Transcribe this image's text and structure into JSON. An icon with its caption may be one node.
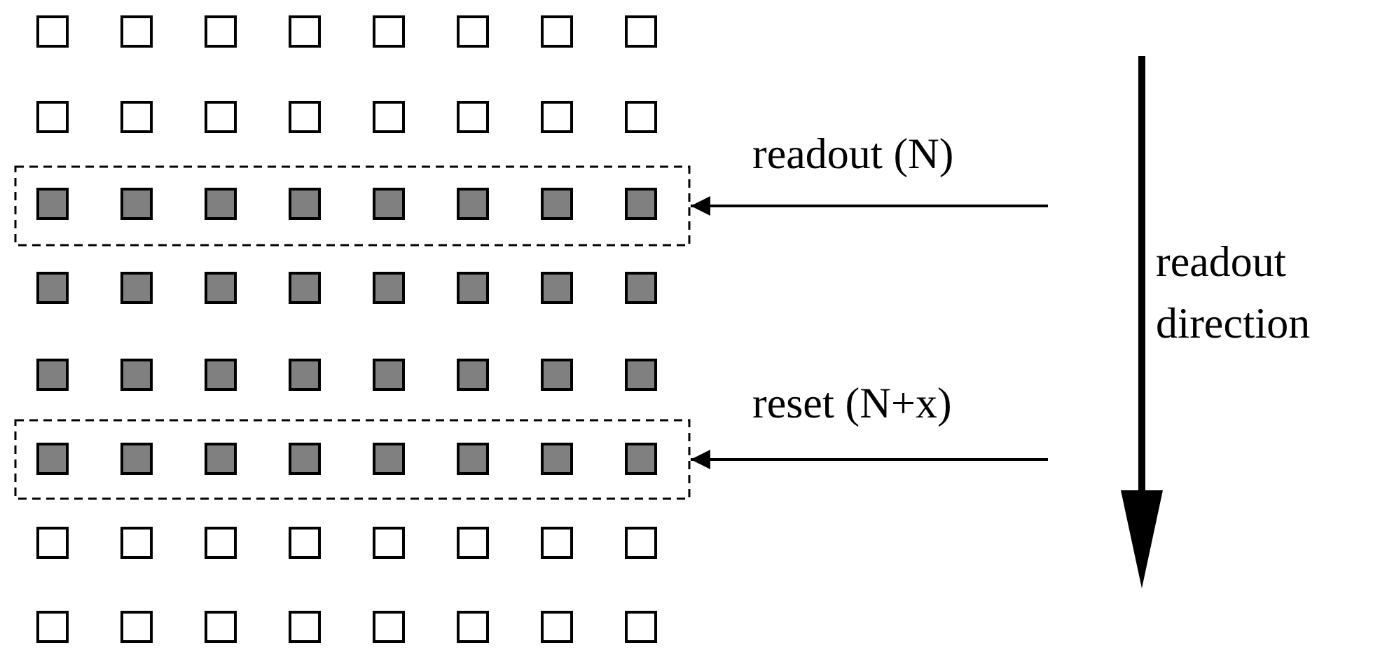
{
  "diagram": {
    "nodes": [
      {
        "text": [],
        "shape": "box"
      },
      {
        "text": [],
        "shape": "box"
      }
    ],
    "edges": [
      {
        "from": null,
        "to": 0,
        "arrow": "to",
        "label": "readout (N)"
      },
      {
        "from": null,
        "to": 1,
        "arrow": "to",
        "label": "reset (N+x)"
      }
    ],
    "labels": [
      "readout direction"
    ]
  }
}
